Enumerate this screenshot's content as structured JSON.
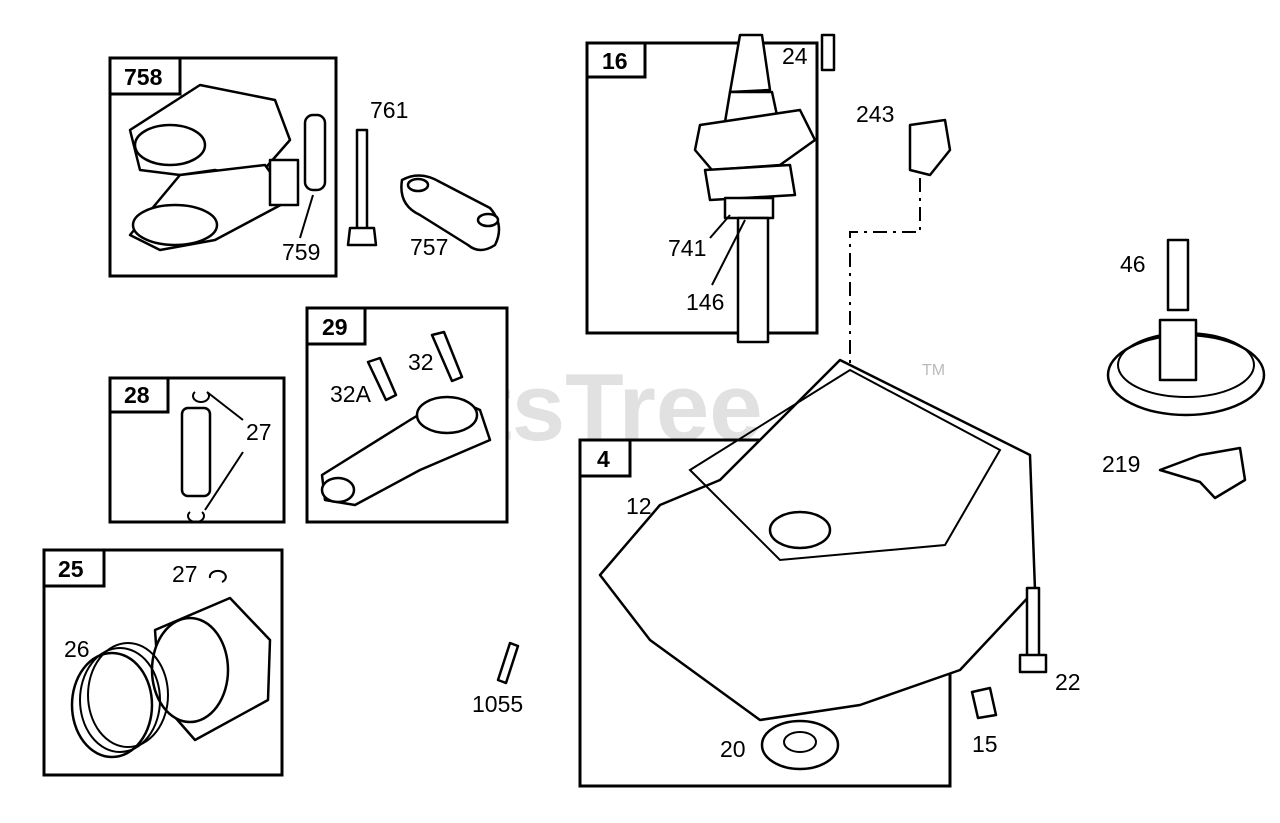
{
  "watermark": {
    "text": "PartsTree",
    "trademark": "TM"
  },
  "assemblies": {
    "a758": "758",
    "a29": "29",
    "a28": "28",
    "a25": "25",
    "a16": "16",
    "a4": "4"
  },
  "parts": {
    "p761": "761",
    "p759": "759",
    "p757": "757",
    "p32": "32",
    "p32a": "32A",
    "p27": "27",
    "p27g": "27",
    "p26": "26",
    "p1055": "1055",
    "p24": "24",
    "p243": "243",
    "p741": "741",
    "p146": "146",
    "p46": "46",
    "p219": "219",
    "p12": "12",
    "p22": "22",
    "p15": "15",
    "p20": "20"
  }
}
